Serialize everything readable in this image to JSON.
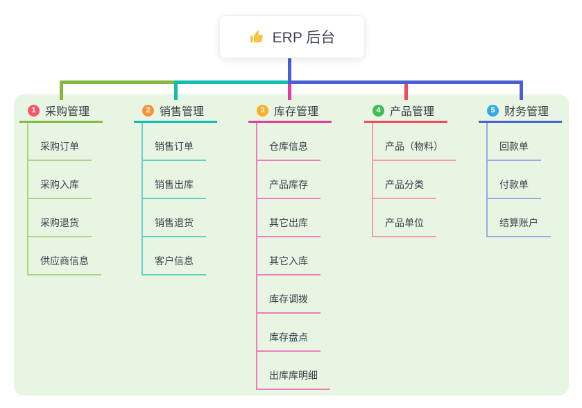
{
  "root": {
    "label": "ERP 后台",
    "icon": "thumbs-up-icon",
    "icon_color": "#f6c344"
  },
  "connector": {
    "trunk_color": "#4a5fd1"
  },
  "canvas_color": "#e8f5e2",
  "branches": [
    {
      "num": "1",
      "title": "采购管理",
      "badge_color": "#f8566b",
      "line_color": "#82b93e",
      "child_line_color": "#a9d584",
      "children": [
        "采购订单",
        "采购入库",
        "采购退货",
        "供应商信息"
      ]
    },
    {
      "num": "2",
      "title": "销售管理",
      "badge_color": "#f8913d",
      "line_color": "#12bcae",
      "child_line_color": "#63cfc5",
      "children": [
        "销售订单",
        "销售出库",
        "销售退货",
        "客户信息"
      ]
    },
    {
      "num": "3",
      "title": "库存管理",
      "badge_color": "#fbb02c",
      "line_color": "#e23a9d",
      "child_line_color": "#f17cbd",
      "children": [
        "仓库信息",
        "产品库存",
        "其它出库",
        "其它入库",
        "库存调拨",
        "库存盘点",
        "出库库明细"
      ]
    },
    {
      "num": "4",
      "title": "产品管理",
      "badge_color": "#41ba59",
      "line_color": "#f0485c",
      "child_line_color": "#f79aa6",
      "children": [
        "产品（物料）",
        "产品分类",
        "产品单位"
      ]
    },
    {
      "num": "5",
      "title": "财务管理",
      "badge_color": "#35aae7",
      "line_color": "#4a5fd1",
      "child_line_color": "#96abe3",
      "children": [
        "回款单",
        "付款单",
        "结算账户"
      ]
    }
  ]
}
